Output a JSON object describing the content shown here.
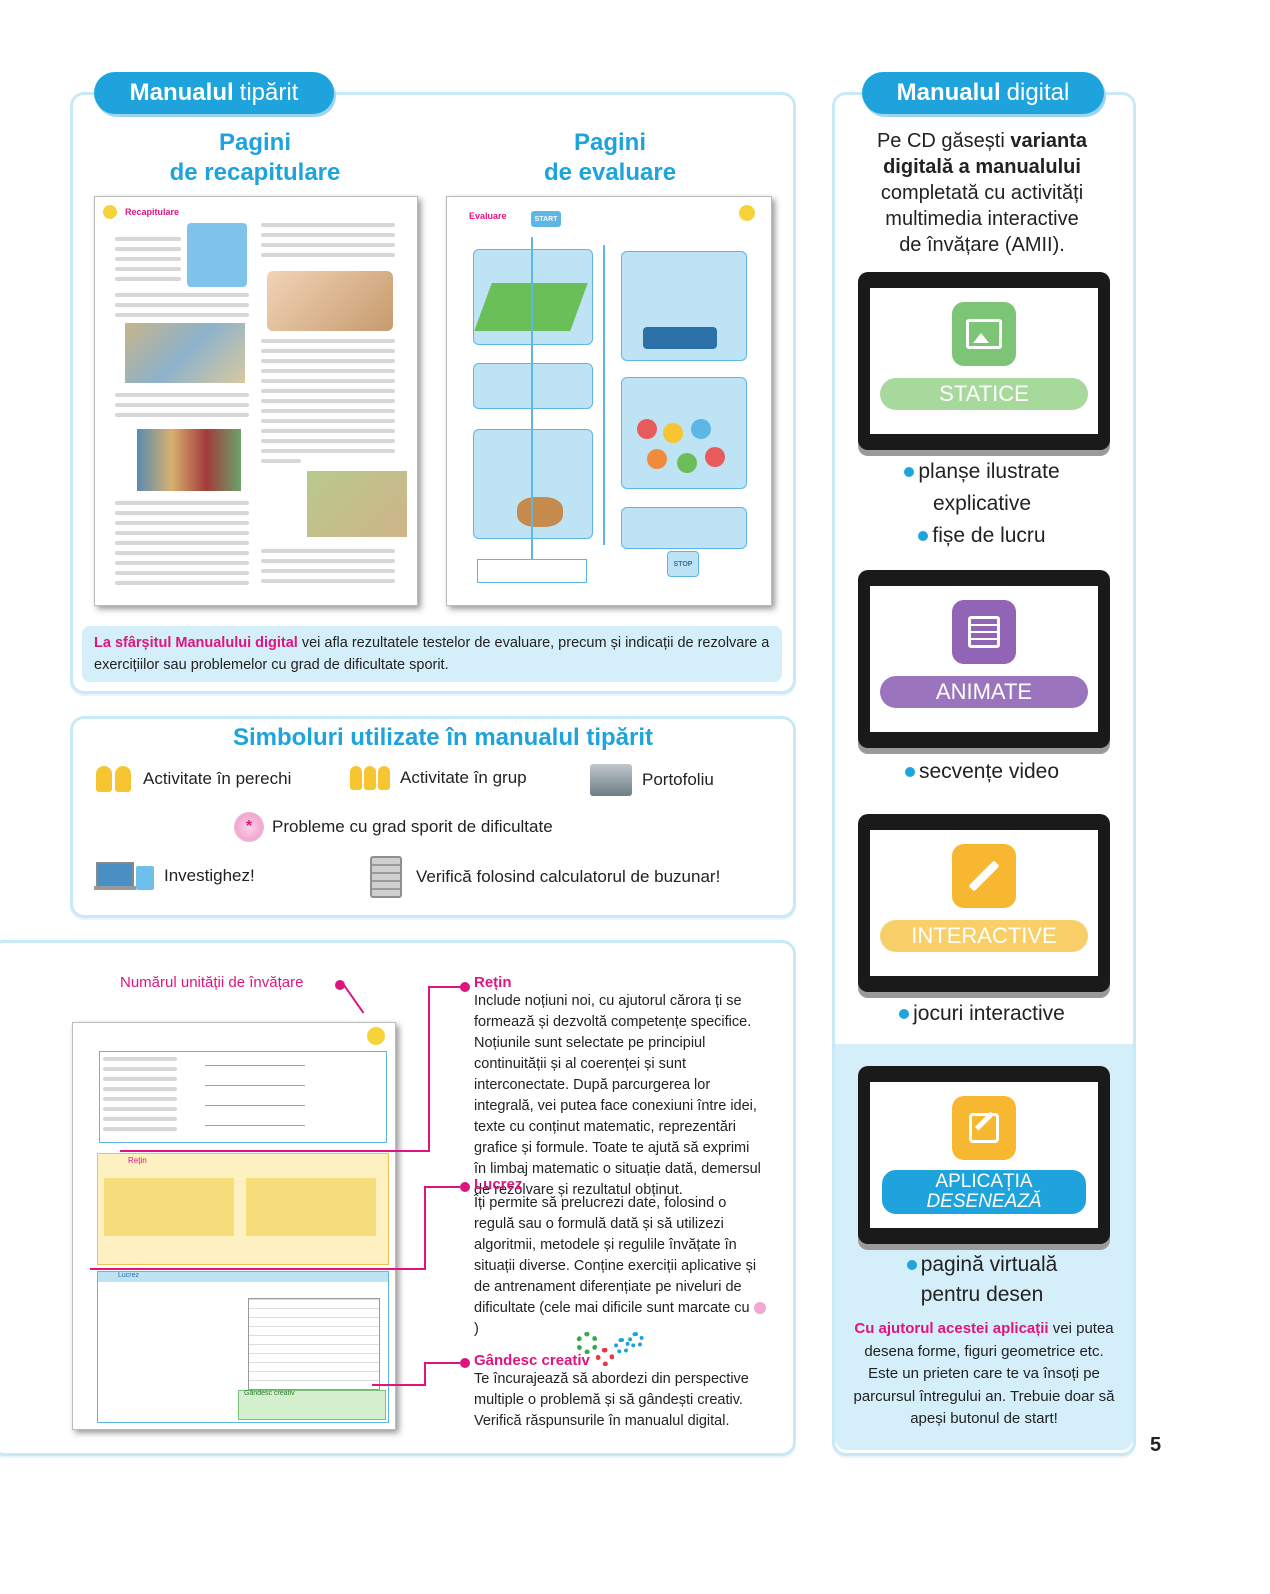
{
  "left_top": {
    "pill_bold": "Manualul",
    "pill_light": "tipărit",
    "col1_title_line1": "Pagini",
    "col1_title_line2": "de recapitulare",
    "col2_title_line1": "Pagini",
    "col2_title_line2": "de evaluare",
    "thumb1_heading": "Recapitulare",
    "thumb2_heading": "Evaluare",
    "thumb2_start": "START",
    "thumb2_stop": "STOP",
    "note_highlight": "La sfârșitul Manualului digital",
    "note_rest": " vei afla rezultatele testelor de evaluare, precum și indicații de rezolvare a exercițiilor sau problemelor cu grad de dificultate sporit."
  },
  "symbols": {
    "title": "Simboluri utilizate în manualul tipărit",
    "items": [
      {
        "label": "Activitate în perechi",
        "icon": "pair-icon"
      },
      {
        "label": "Activitate în grup",
        "icon": "group-icon"
      },
      {
        "label": "Portofoliu",
        "icon": "portfolio-icon"
      },
      {
        "label": "Probleme cu grad sporit de dificultate",
        "icon": "star-icon"
      },
      {
        "label": "Investighez!",
        "icon": "laptop-icon"
      },
      {
        "label": "Verifică folosind calculatorul de buzunar!",
        "icon": "calculator-icon"
      }
    ]
  },
  "bottom": {
    "unit_label": "Numărul unității de învățare",
    "thumb_retin": "Rețin",
    "thumb_lucrez": "Lucrez",
    "thumb_gandesc": "Gândesc creativ",
    "retin_title": "Rețin",
    "retin_text": "Include noțiuni noi, cu ajutorul cărora ți se formează și dezvoltă competențe specifice. Noțiunile sunt selectate pe principiul continuității și al coerenței și sunt interconectate. După parcurgerea lor integrală, vei putea face conexiuni între idei, texte cu conținut matematic, reprezentări grafice și formule. Toate te ajută să exprimi în limbaj matematic o situație dată, demersul de rezolvare și rezultatul obținut.",
    "lucrez_title": "Lucrez",
    "lucrez_text": "Îți permite să prelucrezi date, folosind o regulă sau o formulă dată și să utilizezi algoritmii, metodele și regulile învățate în situații diverse. Conține exerciții aplicative și de antrenament diferențiate pe niveluri de dificultate (cele mai dificile sunt marcate cu",
    "lucrez_tail": ")",
    "gandesc_title": "Gândesc creativ",
    "gandesc_text": "Te încurajează să abordezi din perspective multiple o problemă și să gândești creativ. Verifică răspunsurile în manualul digital."
  },
  "digital": {
    "pill_bold": "Manualul",
    "pill_light": "digital",
    "intro_l1a": "Pe CD găsești ",
    "intro_l1b": "varianta",
    "intro_l2": "digitală a manualului",
    "intro_l3": "completată cu activități",
    "intro_l4": "multimedia interactive",
    "intro_l5": "de învățare (AMII).",
    "cats": [
      {
        "label": "STATICE",
        "icon": "image-icon",
        "color": "#7cc576"
      },
      {
        "label": "ANIMATE",
        "icon": "film-icon",
        "color": "#9164b5"
      },
      {
        "label": "INTERACTIVE",
        "icon": "pencil-icon",
        "color": "#f7b731"
      },
      {
        "label_l1": "APLICAȚIA",
        "label_l2": "DESENEAZĂ",
        "icon": "edit-icon",
        "color": "#1ea3dc"
      }
    ],
    "statice_b1a": "planșe ilustrate",
    "statice_b1b": "explicative",
    "statice_b2": "fișe de lucru",
    "animate_b1": "secvențe video",
    "interactive_b1": "jocuri interactive",
    "deseneaza_b1a": "pagină virtuală",
    "deseneaza_b1b": "pentru desen",
    "deseneaza_hl": "Cu ajutorul acestei aplicații",
    "deseneaza_text": " vei putea desena forme, figuri geometrice etc. Este un prieten care te va însoți pe parcursul întregului an. Trebuie doar să apeși butonul de start!"
  },
  "page_number": "5"
}
